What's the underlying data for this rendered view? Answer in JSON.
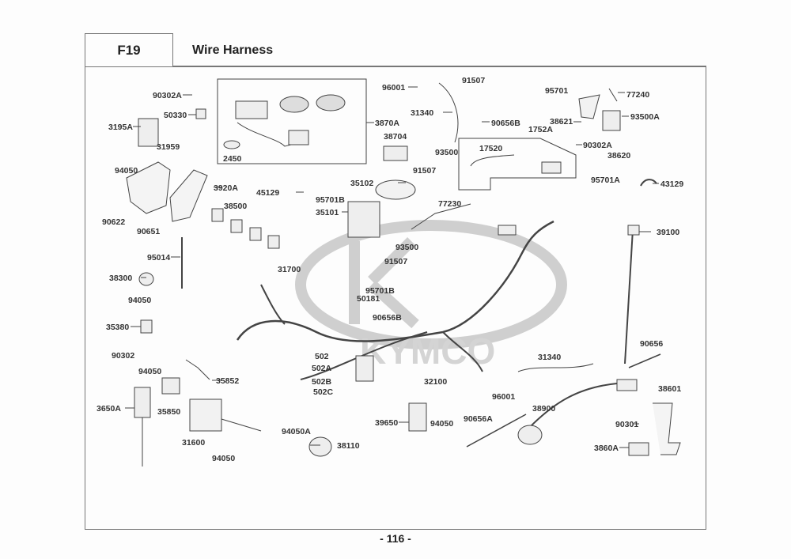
{
  "header": {
    "section_code": "F19",
    "title": "Wire Harness"
  },
  "footer": {
    "page_number": "- 116 -"
  },
  "watermark": {
    "brand": "KYMCO",
    "logo_color": "#cccccc"
  },
  "callouts": [
    {
      "id": "c01",
      "part": "90302A"
    },
    {
      "id": "c02",
      "part": "50330"
    },
    {
      "id": "c03",
      "part": "3195A"
    },
    {
      "id": "c04",
      "part": "31959"
    },
    {
      "id": "c05",
      "part": "94050"
    },
    {
      "id": "c06",
      "part": "90622"
    },
    {
      "id": "c07",
      "part": "90651"
    },
    {
      "id": "c08",
      "part": "3920A"
    },
    {
      "id": "c09",
      "part": "2450"
    },
    {
      "id": "c10",
      "part": "3870A"
    },
    {
      "id": "c11",
      "part": "96001"
    },
    {
      "id": "c12",
      "part": "31340"
    },
    {
      "id": "c13",
      "part": "38704"
    },
    {
      "id": "c14",
      "part": "91507"
    },
    {
      "id": "c15",
      "part": "90656B"
    },
    {
      "id": "c16",
      "part": "1752A"
    },
    {
      "id": "c17",
      "part": "17520"
    },
    {
      "id": "c18",
      "part": "93500"
    },
    {
      "id": "c19",
      "part": "91507"
    },
    {
      "id": "c20",
      "part": "95701"
    },
    {
      "id": "c21",
      "part": "77240"
    },
    {
      "id": "c22",
      "part": "38621"
    },
    {
      "id": "c23",
      "part": "93500A"
    },
    {
      "id": "c24",
      "part": "90302A"
    },
    {
      "id": "c25",
      "part": "38620"
    },
    {
      "id": "c26",
      "part": "95701A"
    },
    {
      "id": "c27",
      "part": "43129"
    },
    {
      "id": "c28",
      "part": "35102"
    },
    {
      "id": "c29",
      "part": "45129"
    },
    {
      "id": "c30",
      "part": "95701B"
    },
    {
      "id": "c31",
      "part": "35101"
    },
    {
      "id": "c32",
      "part": "77230"
    },
    {
      "id": "c33",
      "part": "38500"
    },
    {
      "id": "c34",
      "part": "93500"
    },
    {
      "id": "c35",
      "part": "91507"
    },
    {
      "id": "c36",
      "part": "31700"
    },
    {
      "id": "c37",
      "part": "95701B"
    },
    {
      "id": "c38",
      "part": "50181"
    },
    {
      "id": "c39",
      "part": "90656B"
    },
    {
      "id": "c40",
      "part": "95014"
    },
    {
      "id": "c41",
      "part": "38300"
    },
    {
      "id": "c42",
      "part": "94050"
    },
    {
      "id": "c43",
      "part": "35380"
    },
    {
      "id": "c44",
      "part": "90302"
    },
    {
      "id": "c45",
      "part": "39100"
    },
    {
      "id": "c46",
      "part": "94050"
    },
    {
      "id": "c47",
      "part": "35852"
    },
    {
      "id": "c48",
      "part": "3650A"
    },
    {
      "id": "c49",
      "part": "35850"
    },
    {
      "id": "c50",
      "part": "31600"
    },
    {
      "id": "c51",
      "part": "94050"
    },
    {
      "id": "c52",
      "part": "502"
    },
    {
      "id": "c53",
      "part": "502A"
    },
    {
      "id": "c54",
      "part": "502B"
    },
    {
      "id": "c55",
      "part": "502C"
    },
    {
      "id": "c56",
      "part": "32100"
    },
    {
      "id": "c57",
      "part": "31340"
    },
    {
      "id": "c58",
      "part": "96001"
    },
    {
      "id": "c59",
      "part": "90656"
    },
    {
      "id": "c60",
      "part": "38601"
    },
    {
      "id": "c61",
      "part": "94050A"
    },
    {
      "id": "c62",
      "part": "38110"
    },
    {
      "id": "c63",
      "part": "39650"
    },
    {
      "id": "c64",
      "part": "94050"
    },
    {
      "id": "c65",
      "part": "90656A"
    },
    {
      "id": "c66",
      "part": "38900"
    },
    {
      "id": "c67",
      "part": "90301"
    },
    {
      "id": "c68",
      "part": "3860A"
    }
  ]
}
